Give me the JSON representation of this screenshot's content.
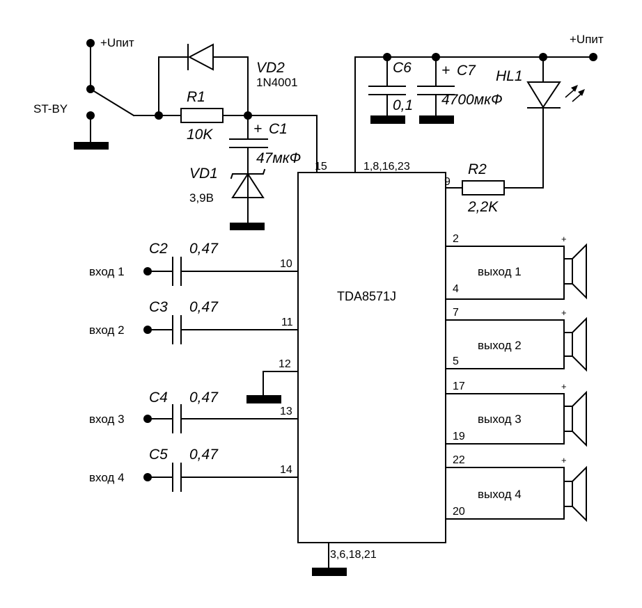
{
  "power": {
    "upit_left": "+Uпит",
    "upit_right": "+Uпит",
    "standby": "ST-BY"
  },
  "components": {
    "vd2": {
      "ref": "VD2",
      "value": "1N4001"
    },
    "r1": {
      "ref": "R1",
      "value": "10K"
    },
    "c1": {
      "ref": "C1",
      "value": "47мкФ",
      "polarity": "+"
    },
    "vd1": {
      "ref": "VD1",
      "value": "3,9В"
    },
    "c6": {
      "ref": "C6",
      "value": "0,1"
    },
    "c7": {
      "ref": "C7",
      "value": "4700мкФ",
      "polarity": "+"
    },
    "hl1": {
      "ref": "HL1"
    },
    "r2": {
      "ref": "R2",
      "value": "2,2K"
    },
    "c2": {
      "ref": "C2",
      "value": "0,47"
    },
    "c3": {
      "ref": "C3",
      "value": "0,47"
    },
    "c4": {
      "ref": "C4",
      "value": "0,47"
    },
    "c5": {
      "ref": "C5",
      "value": "0,47"
    }
  },
  "ic": {
    "name": "TDA8571J",
    "pins": {
      "p15": "15",
      "p_supply": "1,8,16,23",
      "p9": "9",
      "p10": "10",
      "p11": "11",
      "p12": "12",
      "p13": "13",
      "p14": "14",
      "p_gnd": "3,6,18,21",
      "p2": "2",
      "p4": "4",
      "p7": "7",
      "p5": "5",
      "p17": "17",
      "p19": "19",
      "p22": "22",
      "p20": "20"
    }
  },
  "inputs": [
    "вход 1",
    "вход 2",
    "вход 3",
    "вход 4"
  ],
  "outputs": [
    {
      "label": "выход 1",
      "polarity": "+"
    },
    {
      "label": "выход 2",
      "polarity": "+"
    },
    {
      "label": "выход 3",
      "polarity": "+"
    },
    {
      "label": "выход 4",
      "polarity": "+"
    }
  ]
}
